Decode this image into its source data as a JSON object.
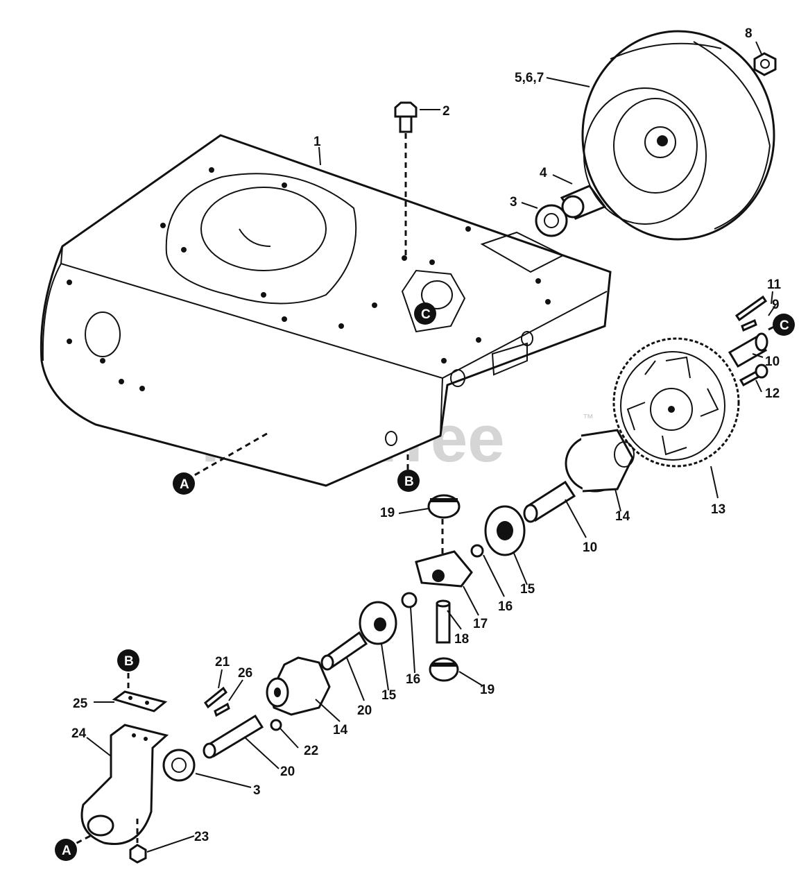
{
  "watermark": {
    "text": "PartsTree",
    "tm": "™"
  },
  "callouts": {
    "A": "A",
    "B": "B",
    "C": "C"
  },
  "parts": [
    {
      "key": "p1",
      "label": "1"
    },
    {
      "key": "p2",
      "label": "2"
    },
    {
      "key": "p3_top",
      "label": "3"
    },
    {
      "key": "p4",
      "label": "4"
    },
    {
      "key": "p567",
      "label": "5,6,7"
    },
    {
      "key": "p8",
      "label": "8"
    },
    {
      "key": "p9",
      "label": "9"
    },
    {
      "key": "p10_top",
      "label": "10"
    },
    {
      "key": "p11",
      "label": "11"
    },
    {
      "key": "p12",
      "label": "12"
    },
    {
      "key": "p13",
      "label": "13"
    },
    {
      "key": "p14_right",
      "label": "14"
    },
    {
      "key": "p10_mid",
      "label": "10"
    },
    {
      "key": "p15_right",
      "label": "15"
    },
    {
      "key": "p16_right",
      "label": "16"
    },
    {
      "key": "p17",
      "label": "17"
    },
    {
      "key": "p18",
      "label": "18"
    },
    {
      "key": "p19_top",
      "label": "19"
    },
    {
      "key": "p19_bottom",
      "label": "19"
    },
    {
      "key": "p16_left",
      "label": "16"
    },
    {
      "key": "p15_left",
      "label": "15"
    },
    {
      "key": "p20_upper",
      "label": "20"
    },
    {
      "key": "p14_left",
      "label": "14"
    },
    {
      "key": "p21",
      "label": "21"
    },
    {
      "key": "p26",
      "label": "26"
    },
    {
      "key": "p22",
      "label": "22"
    },
    {
      "key": "p20_lower",
      "label": "20"
    },
    {
      "key": "p25",
      "label": "25"
    },
    {
      "key": "p24",
      "label": "24"
    },
    {
      "key": "p3_bottom",
      "label": "3"
    },
    {
      "key": "p23",
      "label": "23"
    }
  ]
}
